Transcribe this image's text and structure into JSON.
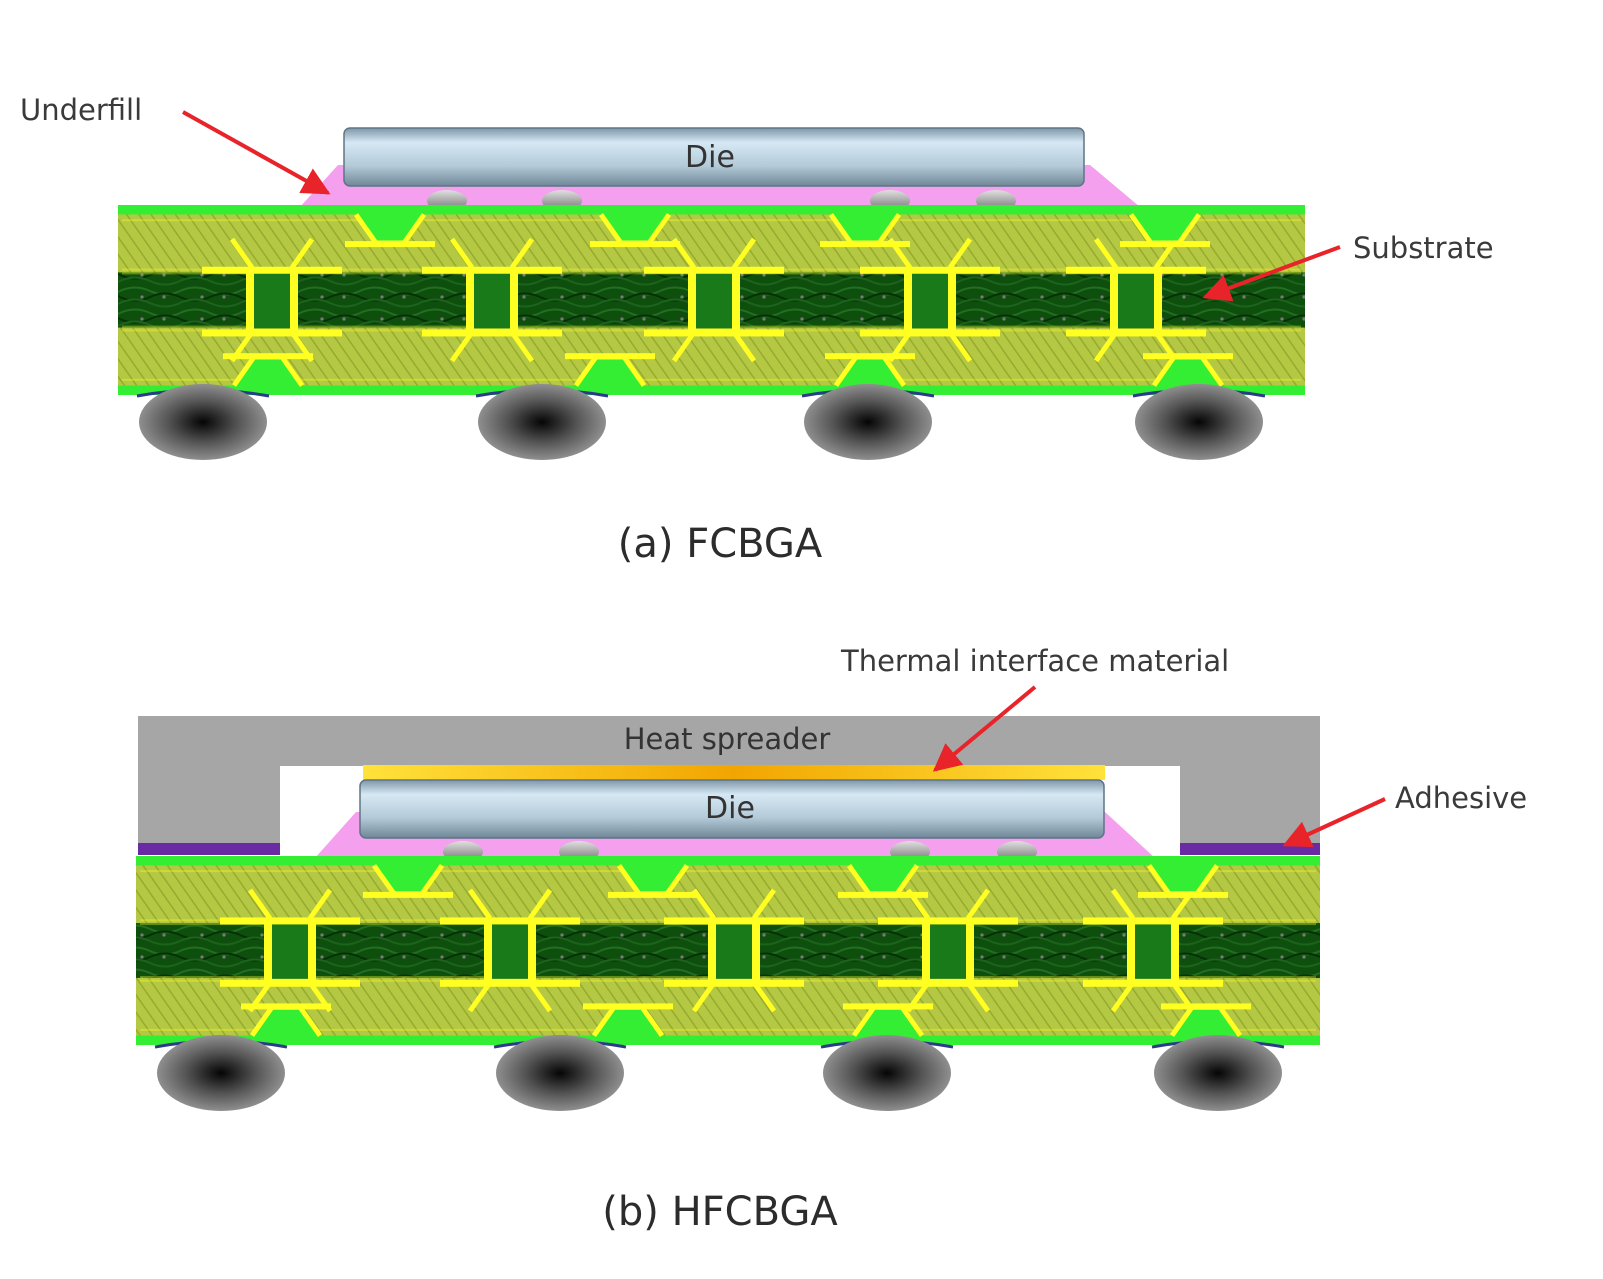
{
  "panel_a": {
    "caption": "(a) FCBGA",
    "labels": {
      "underfill": "Underfill",
      "substrate": "Substrate",
      "die": "Die"
    }
  },
  "panel_b": {
    "caption": "(b) HFCBGA",
    "labels": {
      "tim": "Thermal interface material",
      "heat_spreader": "Heat spreader",
      "adhesive": "Adhesive",
      "die": "Die"
    }
  },
  "colors": {
    "arrow": "#e8232a",
    "underfill": "#f4a0ee",
    "solder_mask": "#33ee33",
    "laminate": "#b4c843",
    "copper": "#ffff22",
    "core": "#0e4f0e",
    "via": "#187a18",
    "heat_spreader": "#a6a6a6",
    "adhesive": "#6a2aa4",
    "tim": "#f2b810"
  }
}
